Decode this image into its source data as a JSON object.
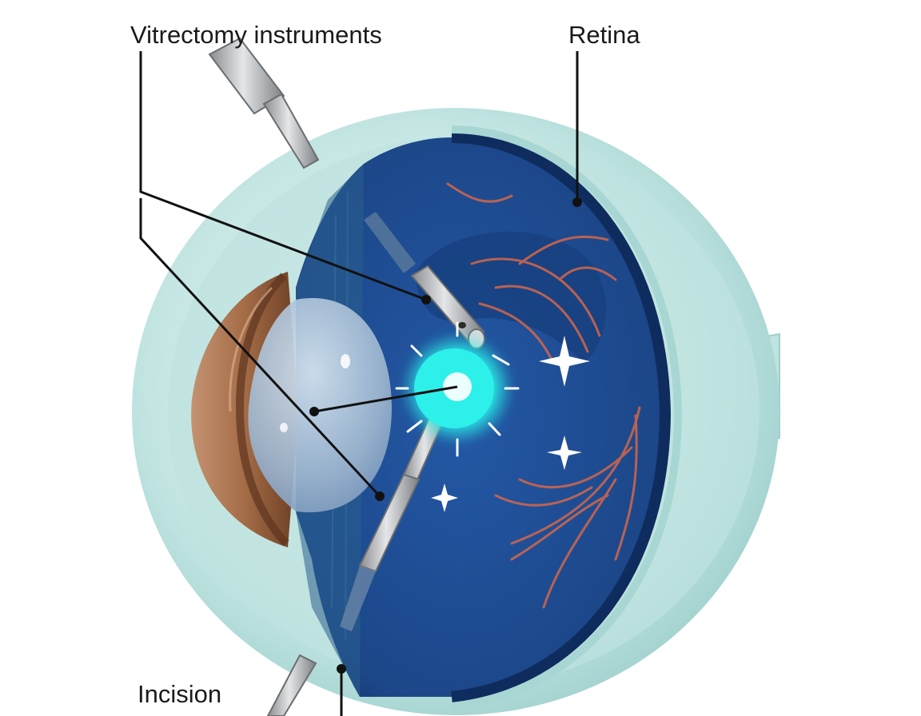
{
  "labels": {
    "vitrectomy_instruments": "Vitrectomy instruments",
    "retina": "Retina",
    "incision": "Incision"
  },
  "colors": {
    "sclera": "#c5e6e4",
    "vitreous": "#1d4a8e",
    "iris": "#8b5a38",
    "lens": "#b9cde0",
    "vessels": "#d9694c",
    "light_glow": "#2ff2ee",
    "instrument": "#b9bcbf",
    "leader_lines": "#111111"
  },
  "icons": {
    "sparkle": "four-point-star"
  }
}
